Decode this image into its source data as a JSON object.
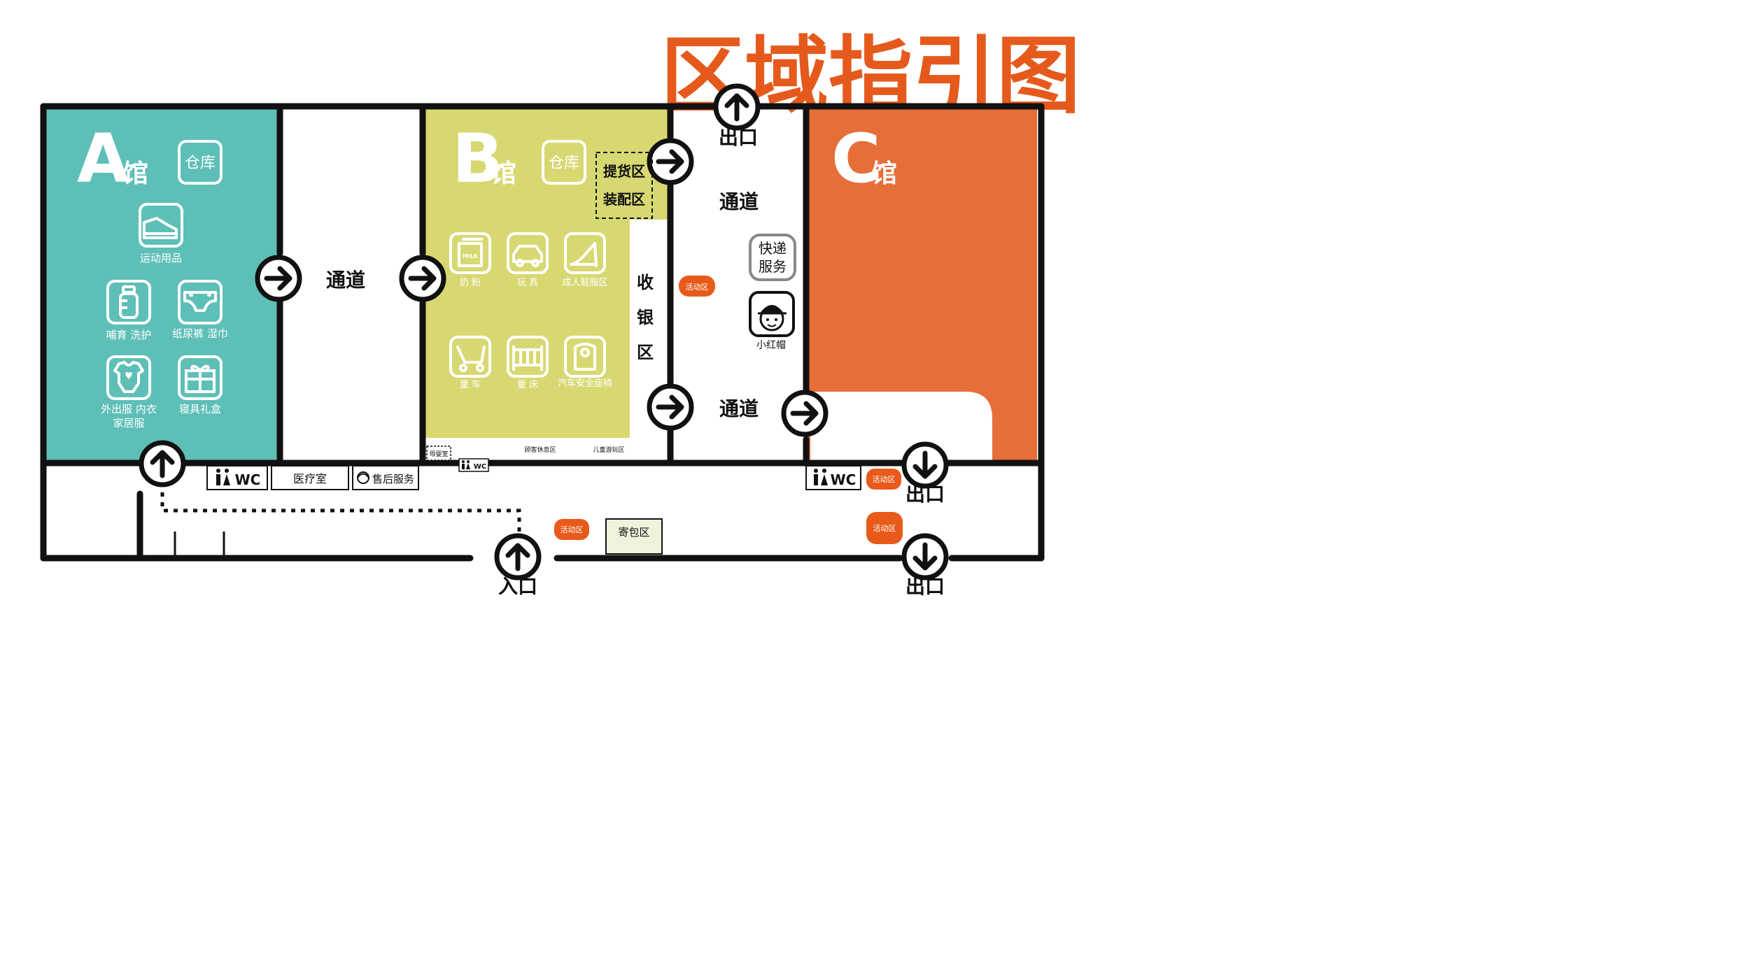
{
  "title": "区域指引图",
  "colors": {
    "title": "#e55a1c",
    "hall_a": "#5ebfb7",
    "hall_b": "#d8d873",
    "hall_c": "#e56e39",
    "activity": "#e85a1a",
    "wall": "#111111",
    "locker": "#eef3dc"
  },
  "hall_a": {
    "letter": "A",
    "suffix": "馆",
    "warehouse": "仓库",
    "categories": [
      {
        "icon": "sneaker-icon",
        "label": "运动用品"
      },
      {
        "icon": "baby-bottle-icon",
        "label": "哺育 洗护"
      },
      {
        "icon": "diaper-icon",
        "label": "纸尿裤 湿巾"
      },
      {
        "icon": "onesie-icon",
        "label_line1": "外出服 内衣",
        "label_line2": "家居服"
      },
      {
        "icon": "gift-box-icon",
        "label": "寝具礼盒"
      }
    ]
  },
  "hall_b": {
    "letter": "B",
    "suffix": "馆",
    "warehouse": "仓库",
    "pickup": "提货区",
    "assembly": "装配区",
    "categories": [
      {
        "icon": "milk-powder-icon",
        "label": "奶 粉",
        "badge": "MILK"
      },
      {
        "icon": "toy-car-icon",
        "label": "玩 具"
      },
      {
        "icon": "high-heel-icon",
        "label": "成人鞋服区"
      },
      {
        "icon": "stroller-icon",
        "label": "童 车"
      },
      {
        "icon": "crib-icon",
        "label": "童 床"
      },
      {
        "icon": "car-seat-icon",
        "label": "汽车安全座椅"
      }
    ],
    "nursing_room": "母婴室",
    "rest_area": "顾客休息区",
    "kids_play": "儿童游玩区",
    "wc": "WC"
  },
  "hall_c": {
    "letter": "C",
    "suffix": "馆"
  },
  "corridor": "通道",
  "checkout": [
    "收",
    "银",
    "区"
  ],
  "services": {
    "express_line1": "快递",
    "express_line2": "服务",
    "little_red_hat": "小红帽",
    "activity": "活动区"
  },
  "bottom": {
    "wc": "WC",
    "medical": "医疗室",
    "after_sales": "售后服务",
    "locker": "寄包区"
  },
  "exits": {
    "exit": "出口",
    "entrance": "入口"
  }
}
